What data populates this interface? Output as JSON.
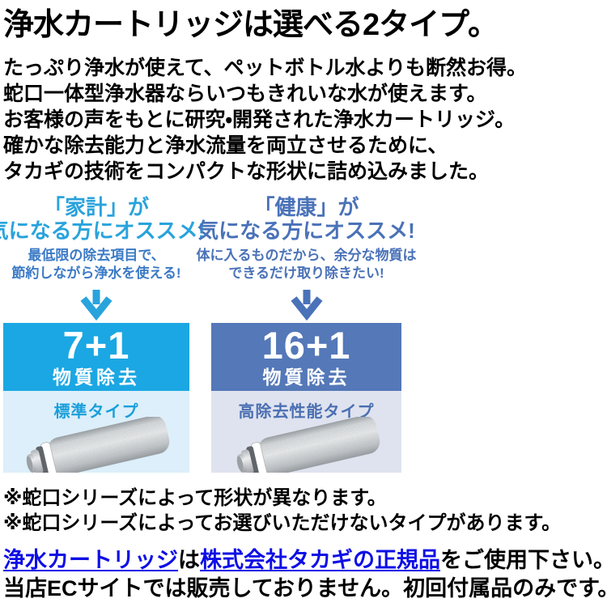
{
  "title": "浄水カートリッジは選べる2タイプ。",
  "intro_lines": [
    "たっぷり浄水が使えて、ペットボトル水よりも断然お得。",
    "蛇口一体型浄水器ならいつもきれいな水が使えます。",
    "お客様の声をもとに研究・開発された浄水カートリッジ。",
    "確かな除去能力と浄水流量を両立させるために、",
    "タカギの技術をコンパクトな形状に詰め込みました。"
  ],
  "columns": [
    {
      "headline_line1": "「家計」が",
      "headline_line2": "気になる方にオススメ!",
      "sub_line1": "最低限の除去項目で、",
      "sub_line2": "節約しながら浄水を使える!",
      "badge_number": "7+1",
      "badge_label": "物質除去",
      "type_label": "標準タイプ"
    },
    {
      "headline_line1": "「健康」が",
      "headline_line2": "気になる方にオススメ!",
      "sub_line1": "体に入るものだから、余分な物質は",
      "sub_line2": "できるだけ取り除きたい!",
      "badge_number": "16+1",
      "badge_label": "物質除去",
      "type_label": "高除去性能タイプ"
    }
  ],
  "notes": [
    "※蛇口シリーズによって形状が異なります。",
    "※蛇口シリーズによってお選びいただけないタイプがあります。"
  ],
  "footer": {
    "link1": "浄水カートリッジ",
    "text1": "は",
    "link2": "株式会社タカギの正規品",
    "text2": "をご使用下さい。",
    "line2": "当店ECサイトでは販売しておりません。初回付属品のみです。"
  },
  "colors": {
    "standard_heading": "#29A3DC",
    "standard_sub": "#3B7AC6",
    "standard_accent": "#1BA7E3",
    "standard_body_bg": "#DCEFFA",
    "standard_label": "#199FDB",
    "high_heading": "#4A72B8",
    "high_sub": "#4A72B8",
    "high_accent": "#5478B8",
    "high_body_bg": "#DFE3EF",
    "high_label": "#4A6FB2",
    "link_blue": "#0E0EE6"
  }
}
